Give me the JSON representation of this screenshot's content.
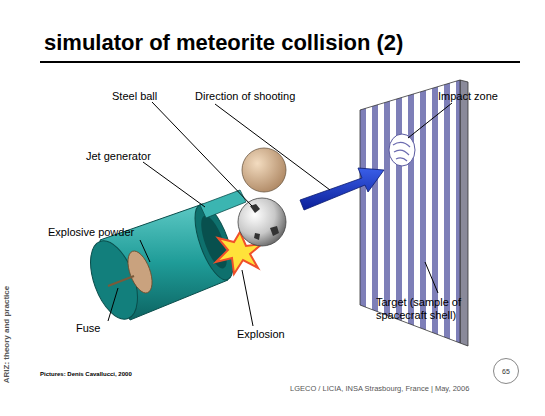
{
  "diagram": {
    "title": "simulator of meteorite collision (2)",
    "nodes": [
      {
        "text": [
          "65"
        ]
      }
    ],
    "labels": [
      "Steel ball",
      "Direction of shooting",
      "Impact zone",
      "Jet generator",
      "Explosive powder",
      "Fuse",
      "Explosion",
      "Target (sample of spacecraft shell)",
      "ARIZ: theory and practice",
      "Pictures: Denis Cavallucci, 2000",
      "LGECO / LICIA, INSA Strasbourg, France | May, 2006"
    ]
  }
}
